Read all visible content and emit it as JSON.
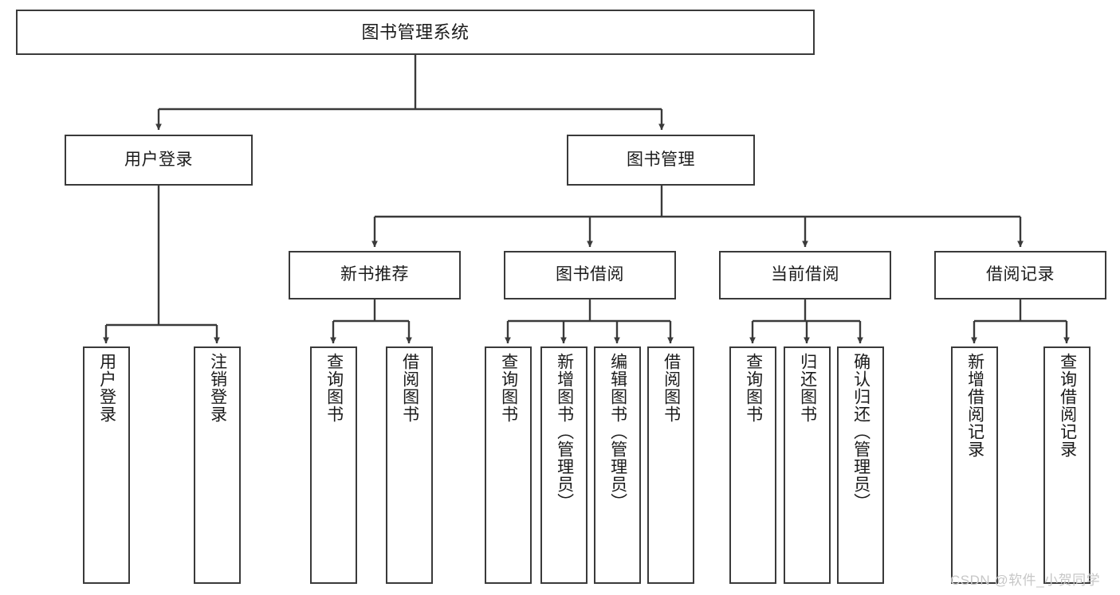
{
  "diagram": {
    "type": "tree-hierarchy-chart",
    "title": "图书管理系统",
    "stroke_color": "#3a3a3a",
    "background_color": "#ffffff",
    "text_color": "#1b1b1b"
  },
  "root": {
    "label": "图书管理系统"
  },
  "level2": [
    {
      "label": "用户登录"
    },
    {
      "label": "图书管理"
    }
  ],
  "level3": [
    {
      "label": "新书推荐"
    },
    {
      "label": "图书借阅"
    },
    {
      "label": "当前借阅"
    },
    {
      "label": "借阅记录"
    }
  ],
  "leaves": {
    "user_login": [
      {
        "label": "用户登录"
      },
      {
        "label": "注销登录"
      }
    ],
    "new_book": [
      {
        "label": "查询图书"
      },
      {
        "label": "借阅图书"
      }
    ],
    "book_borrow": [
      {
        "label": "查询图书"
      },
      {
        "label": "新增图书（管理员）"
      },
      {
        "label": "编辑图书（管理员）"
      },
      {
        "label": "借阅图书"
      }
    ],
    "current_borrow": [
      {
        "label": "查询图书"
      },
      {
        "label": "归还图书"
      },
      {
        "label": "确认归还（管理员）"
      }
    ],
    "borrow_record": [
      {
        "label": "新增借阅记录"
      },
      {
        "label": "查询借阅记录"
      }
    ]
  },
  "watermark": {
    "text": "CSDN @软件_小贺同学"
  }
}
